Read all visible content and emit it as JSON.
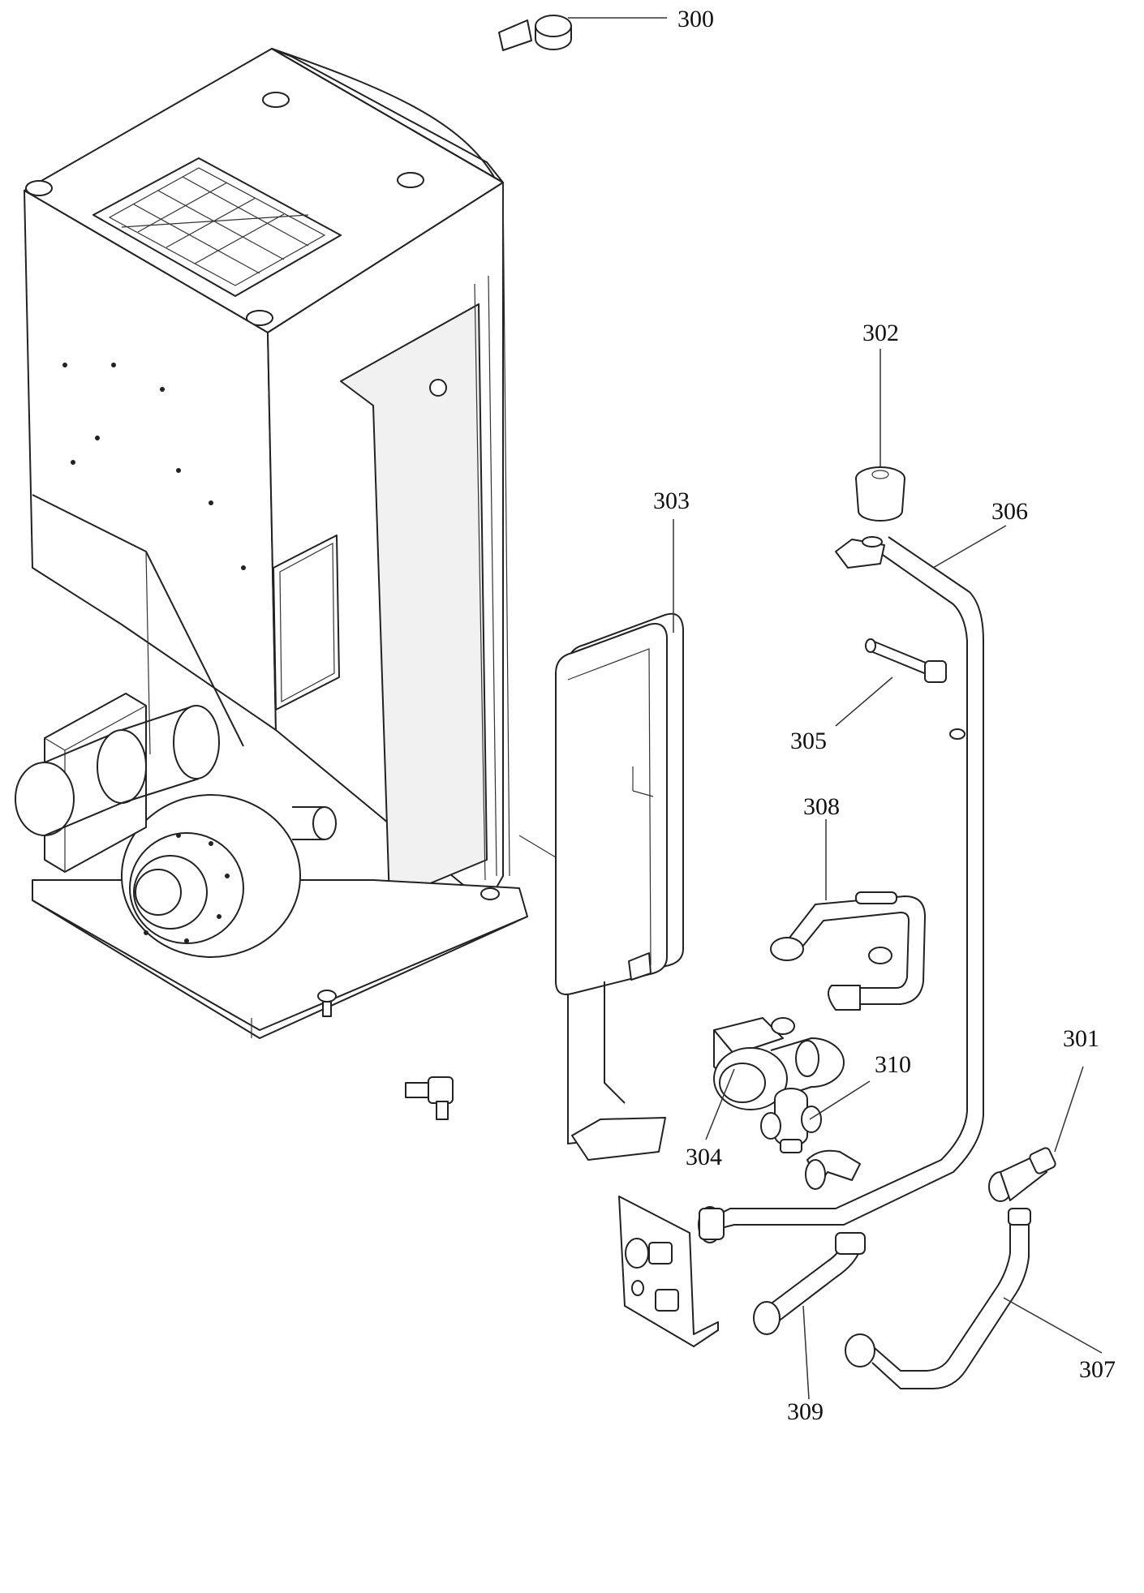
{
  "diagram": {
    "type": "exploded-parts-drawing",
    "parts": [
      {
        "id": "p300",
        "label": "300",
        "name": "bracket-mount"
      },
      {
        "id": "p301",
        "label": "301",
        "name": "elbow-fitting"
      },
      {
        "id": "p302",
        "label": "302",
        "name": "air-vent-valve"
      },
      {
        "id": "p303",
        "label": "303",
        "name": "expansion-tank"
      },
      {
        "id": "p304",
        "label": "304",
        "name": "circulation-pump"
      },
      {
        "id": "p305",
        "label": "305",
        "name": "short-connector-pipe"
      },
      {
        "id": "p306",
        "label": "306",
        "name": "long-return-pipe"
      },
      {
        "id": "p307",
        "label": "307",
        "name": "lower-bent-pipe"
      },
      {
        "id": "p308",
        "label": "308",
        "name": "u-pipe"
      },
      {
        "id": "p309",
        "label": "309",
        "name": "short-bent-pipe"
      },
      {
        "id": "p310",
        "label": "310",
        "name": "valve-fitting"
      }
    ],
    "colors": {
      "line": "#222222",
      "background": "#ffffff",
      "label": "#111111"
    }
  }
}
